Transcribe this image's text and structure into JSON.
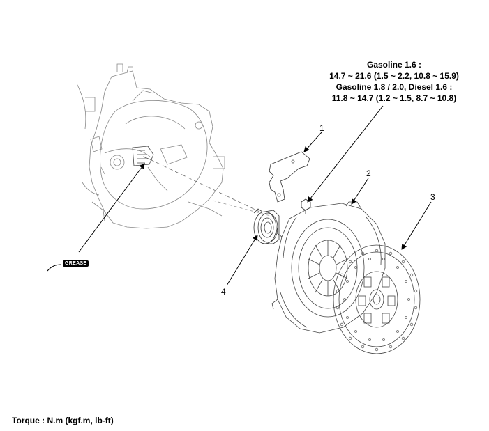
{
  "torque_spec": {
    "line1": "Gasoline 1.6 :",
    "line2": "14.7 ~ 21.6 (1.5 ~ 2.2, 10.8 ~ 15.9)",
    "line3": "Gasoline 1.8 / 2.0, Diesel 1.6 :",
    "line4": "11.8 ~ 14.7 (1.2 ~ 1.5, 8.7 ~ 10.8)"
  },
  "callouts": {
    "c1": "1",
    "c2": "2",
    "c3": "3",
    "c4": "4"
  },
  "grease_label": "GREASE",
  "footer": "Torque : N.m (kgf.m, lb-ft)"
}
